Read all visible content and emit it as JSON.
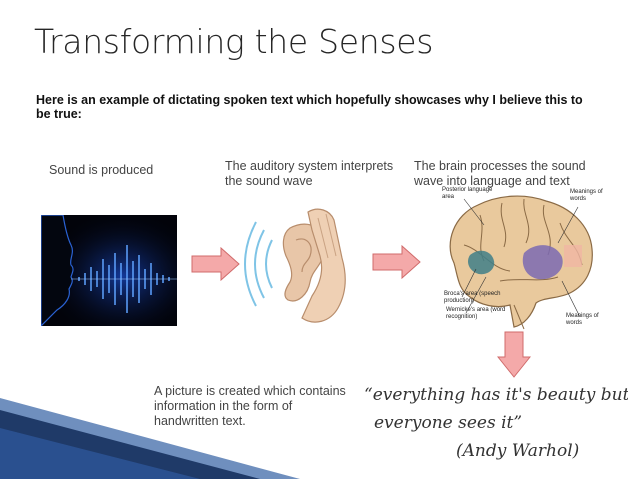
{
  "slide": {
    "title": "Transforming the Senses",
    "intro": "Here is an example of dictating spoken text which hopefully showcases why I believe this to be true:",
    "captions": {
      "produced": "Sound is produced",
      "auditory": "The auditory system interprets the sound wave",
      "brain": "The brain processes the sound wave into language and text",
      "picture": "A picture is created which contains information in the form of handwritten text."
    },
    "brain_labels": {
      "posterior": "Posterior language area",
      "meanings_top": "Meanings of words",
      "broca": "Broca's area (speech production)",
      "wernicke": "Wernicke's area (word recognition)",
      "meanings_bottom": "Meanings of words"
    },
    "handwriting": {
      "line1": "“everything has it's beauty but not",
      "line2": "everyone sees it”",
      "line3": "(Andy Warhol)"
    }
  },
  "colors": {
    "arrow_fill": "#f4a9a9",
    "arrow_stroke": "#d06b6b",
    "sound_wave": "#3f8bff",
    "footer_dark": "#1f3a68",
    "footer_light": "#6f8fbe"
  }
}
